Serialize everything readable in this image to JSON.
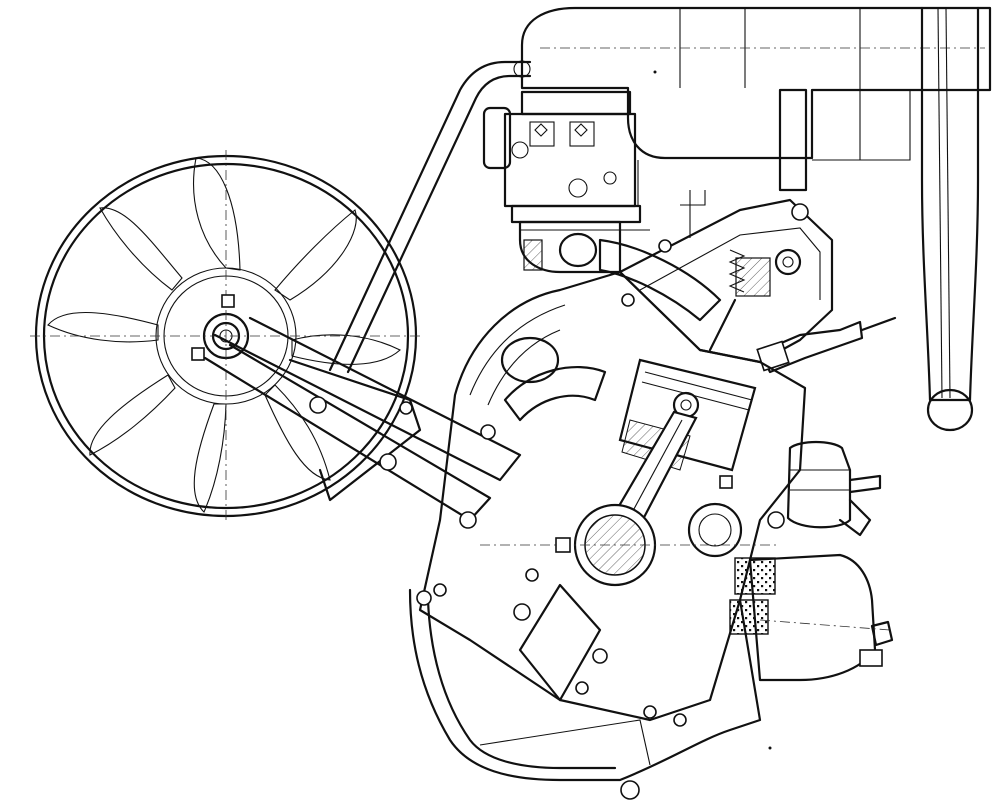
{
  "figure": {
    "kind": "technical-cutaway-drawing",
    "subject_components": [
      "cooling-fan",
      "exhaust-silencer",
      "carburettor",
      "intake-manifold",
      "cylinder-head",
      "valve-rocker",
      "piston",
      "connecting-rod",
      "crankshaft",
      "oil-sump",
      "fuel-pump",
      "oil-filter",
      "spark-plug",
      "exhaust-tailpipe",
      "dipstick-tube"
    ],
    "colors": {
      "ink": "#111111",
      "paper": "#ffffff"
    }
  }
}
